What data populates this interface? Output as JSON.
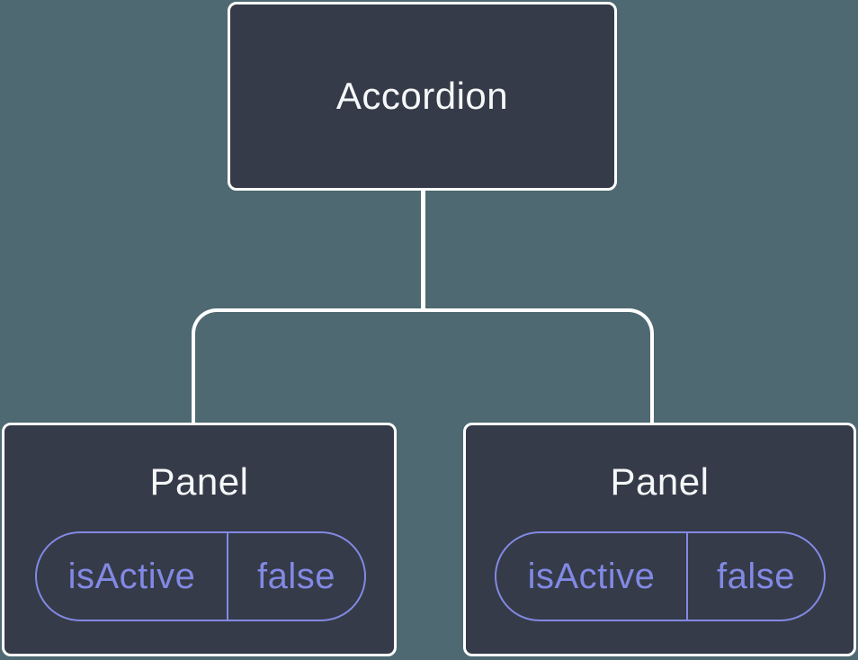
{
  "palette": {
    "bg": "#4e6971",
    "node-fill": "#353b48",
    "node-border": "#ffffff",
    "accent": "#8289e4",
    "text": "#f6f7f9"
  },
  "tree": {
    "root": {
      "label": "Accordion"
    },
    "children": [
      {
        "label": "Panel",
        "props": [
          {
            "name": "isActive",
            "value": "false"
          }
        ]
      },
      {
        "label": "Panel",
        "props": [
          {
            "name": "isActive",
            "value": "false"
          }
        ]
      }
    ]
  }
}
